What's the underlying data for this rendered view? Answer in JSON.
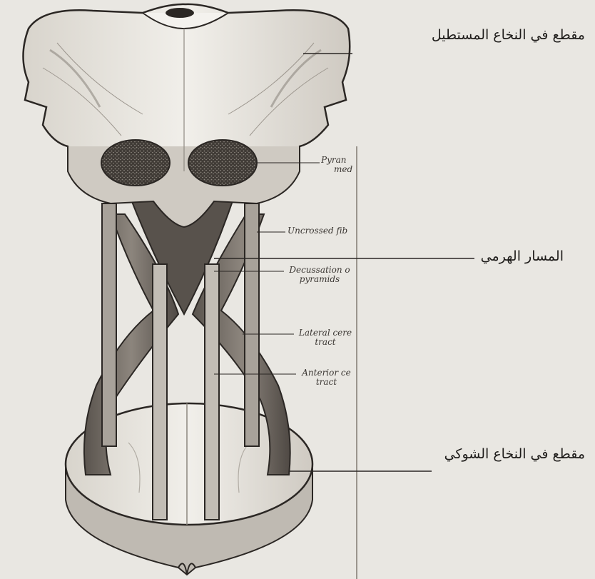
{
  "arabic_labels": {
    "medulla_section": "مقطع في النخاع المستطيل",
    "pyramidal_tract": "المسار الهرمي",
    "spinal_section": "مقطع في النخاع الشوكي"
  },
  "english_labels": {
    "pyramid_l1": "Pyran",
    "pyramid_l2": "med",
    "uncrossed": "Uncrossed fib",
    "decussation_l1": "Decussation o",
    "decussation_l2": "pyramids",
    "lateral_l1": "Lateral cere",
    "lateral_l2": "tract",
    "anterior_l1": "Anterior ce",
    "anterior_l2": "tract"
  },
  "colors": {
    "paper": "#e9e7e2",
    "ink": "#2b2724",
    "tract_fill": "#6e6862",
    "pyramid_fill": "#4a4540"
  }
}
